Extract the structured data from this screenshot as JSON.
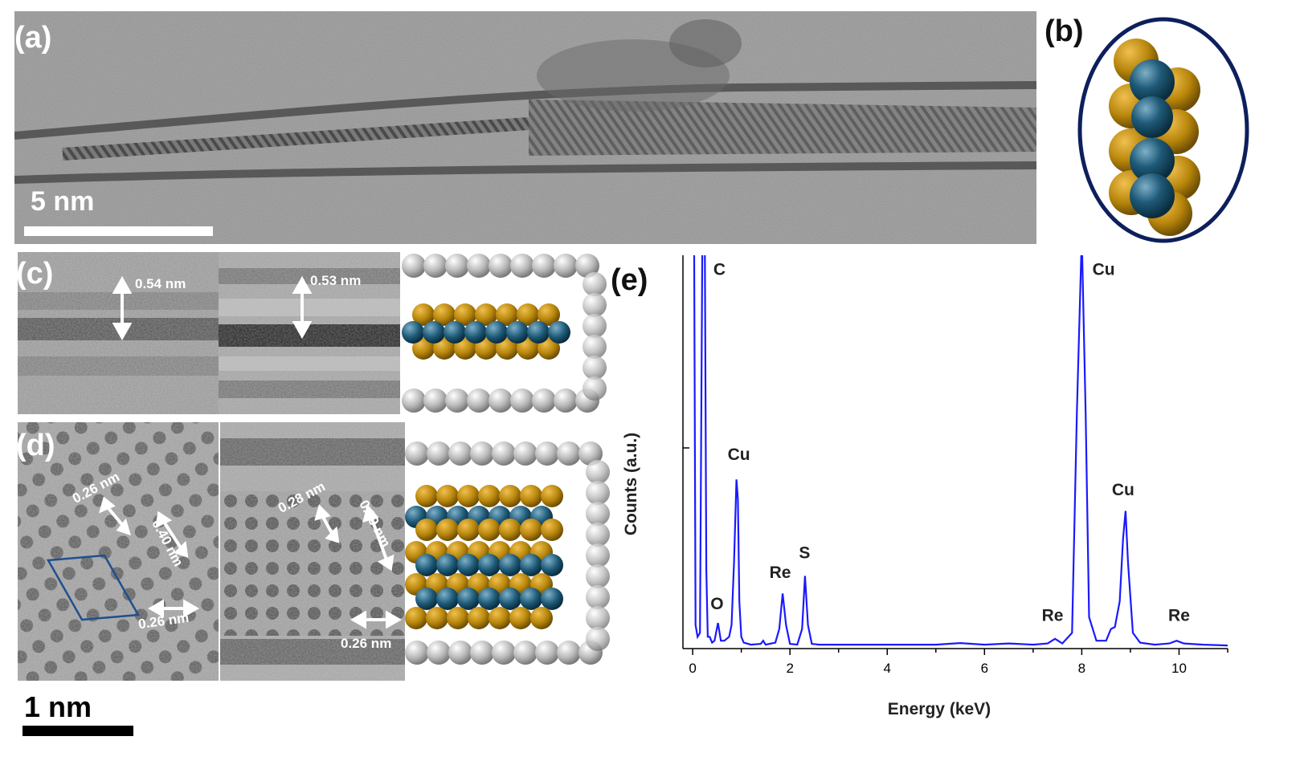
{
  "panels": {
    "a": {
      "label": "(a)",
      "scalebar": "5 nm"
    },
    "b": {
      "label": "(b)"
    },
    "c": {
      "label": "(c)",
      "measure_left": "0.54 nm",
      "measure_right": "0.53 nm"
    },
    "d": {
      "label": "(d)",
      "measures_left": [
        "0.26 nm",
        "0.40 nm",
        "0.26 nm"
      ],
      "measures_right": [
        "0.28 nm",
        "0.39 nm",
        "0.26 nm"
      ]
    },
    "e": {
      "label": "(e)"
    },
    "scalebar_cd": "1 nm"
  },
  "colors": {
    "line": "#1a1aff",
    "re_atom": "#1e5a78",
    "s_atom": "#b8860b",
    "c_atom": "#b0b0b0",
    "ellipse": "#0d1f5c",
    "cell": "#1f4f8f"
  },
  "chart_data": {
    "type": "line",
    "title": "",
    "xlabel": "Energy (keV)",
    "ylabel": "Counts (a.u.)",
    "xlim": [
      -0.2,
      11
    ],
    "ylim": [
      0,
      100
    ],
    "xticks": [
      0,
      2,
      4,
      6,
      8,
      10
    ],
    "series": [
      {
        "values_description_free": true,
        "x": [
          0.0,
          0.03,
          0.06,
          0.1,
          0.15,
          0.2,
          0.25,
          0.28,
          0.31,
          0.35,
          0.4,
          0.45,
          0.52,
          0.58,
          0.65,
          0.75,
          0.8,
          0.85,
          0.9,
          0.93,
          0.96,
          1.0,
          1.05,
          1.2,
          1.4,
          1.45,
          1.5,
          1.7,
          1.78,
          1.85,
          1.92,
          2.0,
          2.15,
          2.25,
          2.31,
          2.37,
          2.45,
          2.6,
          3.0,
          3.5,
          4.0,
          5.0,
          5.5,
          6.0,
          6.5,
          7.0,
          7.3,
          7.45,
          7.6,
          7.8,
          7.9,
          8.0,
          8.08,
          8.15,
          8.3,
          8.5,
          8.6,
          8.68,
          8.78,
          8.85,
          8.9,
          8.95,
          9.05,
          9.2,
          9.5,
          9.8,
          9.95,
          10.1,
          10.5,
          11.0
        ],
        "y": [
          180,
          140,
          6,
          3,
          4,
          150,
          180,
          20,
          3,
          3,
          1.5,
          2,
          6.5,
          2,
          2,
          3,
          6,
          22,
          43,
          38,
          12,
          3,
          1.5,
          1,
          1.2,
          2,
          1,
          1.5,
          5,
          14,
          6,
          1.2,
          1,
          5,
          18.5,
          6,
          1.2,
          1,
          1,
          1,
          1,
          1,
          1.4,
          1,
          1.3,
          1,
          1.3,
          2.5,
          1.3,
          4,
          60,
          300,
          60,
          8,
          2,
          2,
          5,
          5.5,
          12,
          28,
          35,
          22,
          4,
          1.5,
          1,
          1.3,
          2,
          1.3,
          1,
          0.8
        ]
      }
    ],
    "annotations": [
      {
        "text": "C",
        "x": 0.55,
        "y": 95
      },
      {
        "text": "O",
        "x": 0.5,
        "y": 10
      },
      {
        "text": "Cu",
        "x": 0.95,
        "y": 48
      },
      {
        "text": "Re",
        "x": 1.8,
        "y": 18
      },
      {
        "text": "S",
        "x": 2.3,
        "y": 23
      },
      {
        "text": "Re",
        "x": 7.4,
        "y": 7
      },
      {
        "text": "Cu",
        "x": 8.45,
        "y": 95
      },
      {
        "text": "Cu",
        "x": 8.85,
        "y": 39
      },
      {
        "text": "Re",
        "x": 10.0,
        "y": 7
      }
    ]
  }
}
